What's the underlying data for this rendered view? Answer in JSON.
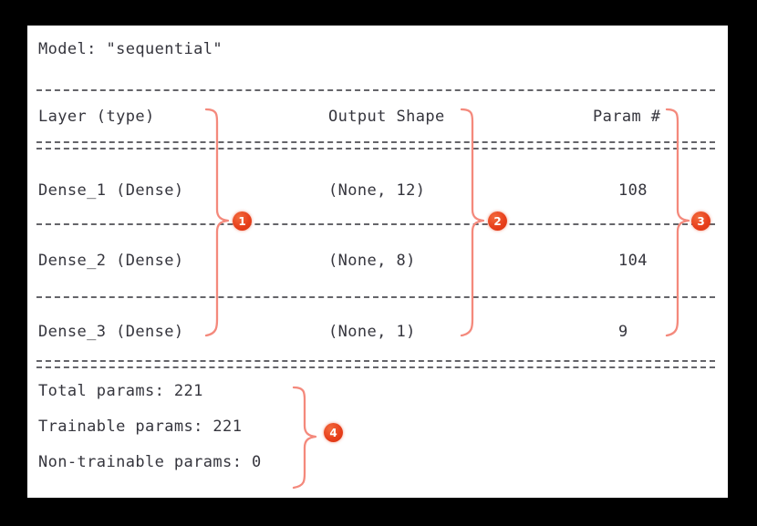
{
  "page": {
    "title": "Model: \"sequential\"",
    "background_color": "#000000",
    "card_color": "#ffffff",
    "text_color": "#35353d",
    "rule_color": "#5d5d63",
    "annotation_color": "#f4897c",
    "badge_color": "#e8401c"
  },
  "table": {
    "headers": {
      "layer": "Layer (type)",
      "output_shape": "Output Shape",
      "param": "Param #"
    },
    "rows": [
      {
        "layer": "Dense_1 (Dense)",
        "output_shape": "(None, 12)",
        "param": "108"
      },
      {
        "layer": "Dense_2 (Dense)",
        "output_shape": "(None, 8)",
        "param": "104"
      },
      {
        "layer": "Dense_3 (Dense)",
        "output_shape": "(None, 1)",
        "param": "9"
      }
    ]
  },
  "totals": [
    "Total params: 221",
    "Trainable params: 221",
    "Non-trainable params: 0"
  ],
  "annotations": [
    {
      "id": "1",
      "label": "1",
      "target": "Layer (type) column"
    },
    {
      "id": "2",
      "label": "2",
      "target": "Output Shape column"
    },
    {
      "id": "3",
      "label": "3",
      "target": "Param # column"
    },
    {
      "id": "4",
      "label": "4",
      "target": "Parameter totals block"
    }
  ]
}
